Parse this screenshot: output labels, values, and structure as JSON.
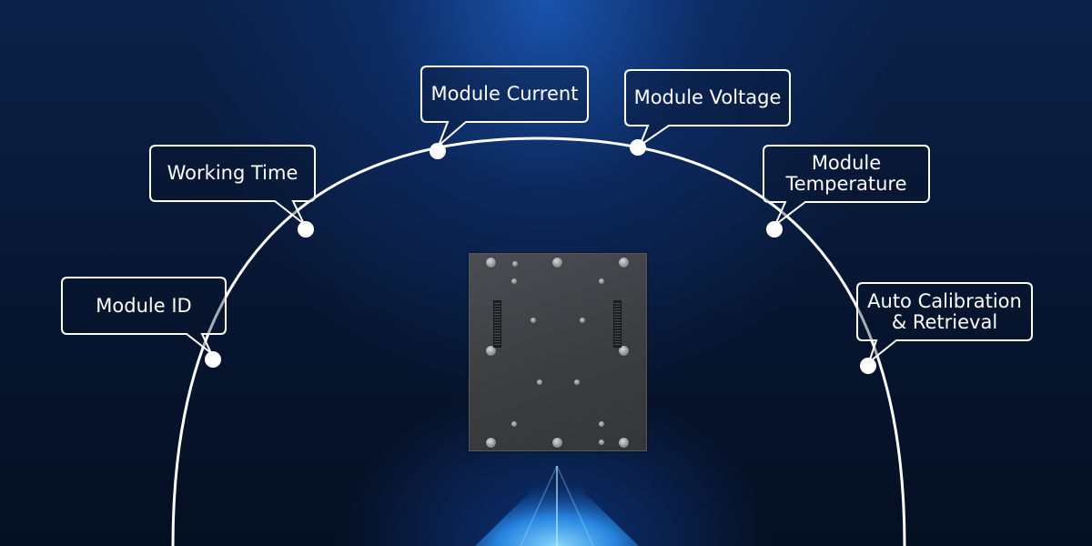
{
  "callouts": {
    "module_id": "Module ID",
    "working_time": "Working Time",
    "module_current": "Module Current",
    "module_voltage": "Module Voltage",
    "module_temperature_line1": "Module",
    "module_temperature_line2": "Temperature",
    "auto_calibration_line1": "Auto Calibration",
    "auto_calibration_line2": "& Retrieval"
  },
  "colors": {
    "arc": "#ffffff",
    "background_top": "#1c5cbe",
    "background_bottom": "#050f22",
    "module_panel": "#3a3c40",
    "glow": "#3fb6ff"
  },
  "icons": {
    "node": "circle-node-icon",
    "module": "led-module-back-panel-icon"
  }
}
